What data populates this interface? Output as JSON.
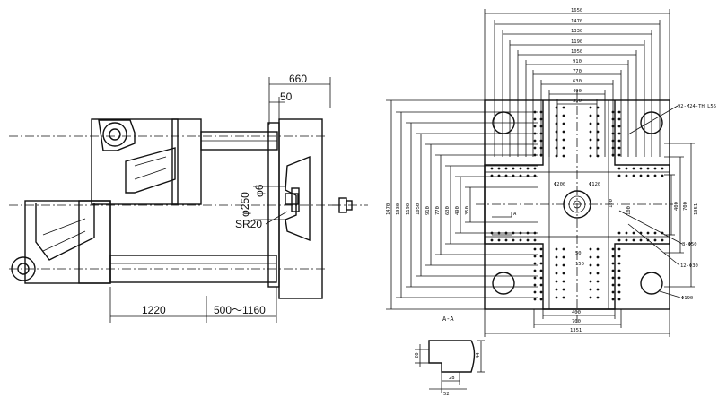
{
  "side_view": {
    "dim_660": "660",
    "dim_50": "50",
    "dim_250": "φ250",
    "dim_6": "φ6",
    "dim_sr20": "SR20",
    "dim_1220": "1220",
    "dim_stroke": "500～1160"
  },
  "platen_view": {
    "outer": [
      "1650",
      "1470",
      "1330",
      "1190",
      "1050",
      "910",
      "770",
      "630",
      "490",
      "350"
    ],
    "left_vertical": [
      "1470",
      "1330",
      "1190",
      "1050",
      "910",
      "770",
      "630",
      "490",
      "350"
    ],
    "right_vertical": [
      "400",
      "700",
      "1351"
    ],
    "thread_note": "92-M24-TH L55",
    "bottom": [
      "400",
      "700",
      "1351"
    ],
    "phi200": "Φ200",
    "phi120": "Φ120",
    "d100a": "100",
    "d100b": "100",
    "d150": "150",
    "d50": "50",
    "n8phi50": "8-Φ50",
    "n12phi30": "12-Φ30",
    "phi190": "Φ190",
    "section_mark": "A"
  },
  "section_view": {
    "title": "A-A",
    "d44": "44",
    "d20": "20",
    "d52": "52",
    "d28": "28"
  }
}
